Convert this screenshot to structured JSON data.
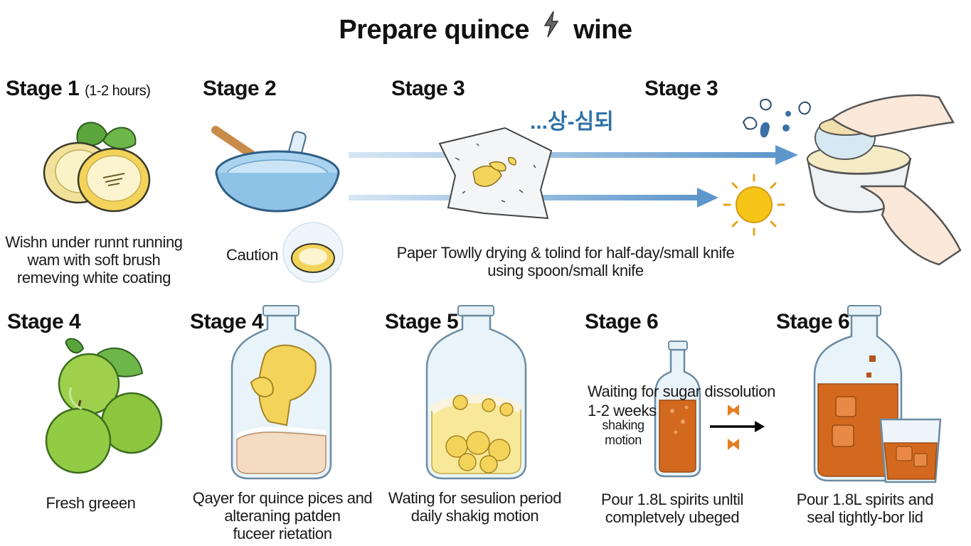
{
  "title": {
    "before": "Prepare quince",
    "after": "wine",
    "icon": "lightning-icon"
  },
  "stages": {
    "s1": {
      "label": "Stage 1",
      "duration": "(1-2 hours)"
    },
    "s2": {
      "label": "Stage 2"
    },
    "s3a": {
      "label": "Stage 3"
    },
    "s3b": {
      "label": "Stage 3"
    },
    "s4a": {
      "label": "Stage 4"
    },
    "s4b": {
      "label": "Stage 4"
    },
    "s5": {
      "label": "Stage 5"
    },
    "s6a": {
      "label": "Stage 6"
    },
    "s6b": {
      "label": "Stage 6"
    }
  },
  "korean_text": "...상-심되",
  "captions": {
    "wash": [
      "Wishn under runnt running",
      "wam with soft brush",
      "remeving white coating"
    ],
    "caution": "Caution",
    "paper": [
      "Paper Towlly drying & tolind for half-day/small knife",
      "using spoon/small knife"
    ],
    "fresh": "Fresh greeen",
    "layer": [
      "Qayer for quince pices and",
      "alteraning patden",
      "fuceer rietation"
    ],
    "waiting5": [
      "Wating for sesulion period",
      "daily shakig motion"
    ],
    "sugar": [
      "Waiting for sugar dissolution",
      "1-2 weeks",
      "shaking",
      "motion"
    ],
    "pour6a": [
      "Pour 1.8L spirits unltil",
      "completvely ubeged"
    ],
    "pour6b": [
      "Pour 1.8L spirits and",
      "seal tightly-bor lid"
    ]
  },
  "colors": {
    "arrow_blue": "#5e97cc",
    "liquor_orange": "#d2691e",
    "quince_yellow": "#f3d35a",
    "sun_yellow": "#f5c518",
    "green_fruit": "#8cc63f"
  }
}
